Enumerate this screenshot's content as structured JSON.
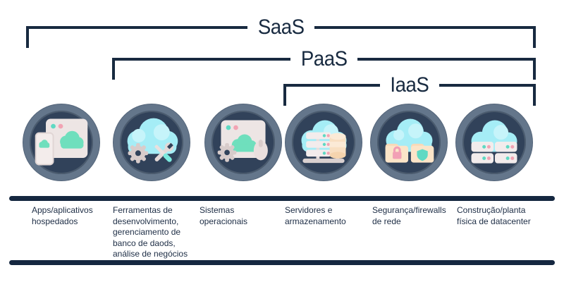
{
  "brackets": [
    {
      "id": "saas",
      "label": "SaaS"
    },
    {
      "id": "paas",
      "label": "PaaS"
    },
    {
      "id": "iaas",
      "label": "IaaS"
    }
  ],
  "items": [
    {
      "icon": "hosted-apps-icon",
      "label": "Apps/aplicativos\nhospedados"
    },
    {
      "icon": "dev-tools-icon",
      "label": "Ferramentas de\ndesenvolvimento,\ngerenciamento de\nbanco de daods,\nanálise de negócios"
    },
    {
      "icon": "operating-systems-icon",
      "label": "Sistemas\noperacionais"
    },
    {
      "icon": "servers-storage-icon",
      "label": "Servidores e\narmazenamento"
    },
    {
      "icon": "network-security-icon",
      "label": "Segurança/firewalls\nde rede"
    },
    {
      "icon": "datacenter-icon",
      "label": "Construção/planta\nfísica de datacenter"
    }
  ],
  "colors": {
    "navy_line": "#182A40",
    "circle_ring": "#64768B",
    "circle_fill": "#31425A",
    "cloud_cyan": "#A5EDF6",
    "cloud_cyan_light": "#C6F4FA",
    "cloud_mint": "#6FDFBD",
    "cream_window": "#EDE5E4",
    "dot_teal": "#5FD9C3",
    "dot_pink": "#F2A3B3",
    "gear_gray": "#D8CCCB",
    "folder_peach": "#FBE4C8",
    "db_tan": "#F8DFC2"
  }
}
